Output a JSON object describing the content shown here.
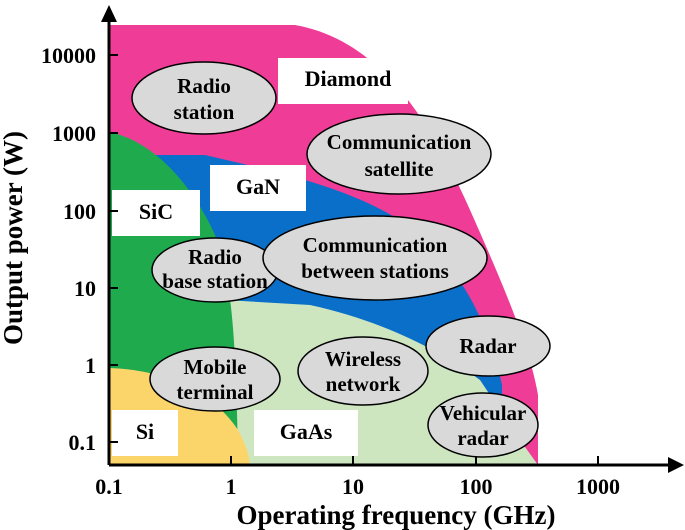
{
  "axes": {
    "x_title": "Operating frequency (GHz)",
    "y_title": "Output power (W)",
    "x_scale": "log",
    "y_scale": "log",
    "x_ticks": [
      "0.1",
      "1",
      "10",
      "100",
      "1000"
    ],
    "y_ticks": [
      "0.1",
      "1",
      "10",
      "100",
      "1000",
      "10000"
    ]
  },
  "regions": [
    {
      "id": "diamond",
      "label": "Diamond",
      "color": "#ef3c96"
    },
    {
      "id": "gan",
      "label": "GaN",
      "color": "#0a6fc9"
    },
    {
      "id": "sic",
      "label": "SiC",
      "color": "#1faa4e"
    },
    {
      "id": "gaas",
      "label": "GaAs",
      "color": "#cde6c0"
    },
    {
      "id": "si",
      "label": "Si",
      "color": "#fbd56a"
    }
  ],
  "applications": [
    {
      "id": "radio-station",
      "lines": [
        "Radio",
        "station"
      ]
    },
    {
      "id": "communication-satellite",
      "lines": [
        "Communication",
        "satellite"
      ]
    },
    {
      "id": "radio-base-station",
      "lines": [
        "Radio",
        "base station"
      ]
    },
    {
      "id": "communication-between-stations",
      "lines": [
        "Communication",
        "between stations"
      ]
    },
    {
      "id": "mobile-terminal",
      "lines": [
        "Mobile",
        "terminal"
      ]
    },
    {
      "id": "wireless-network",
      "lines": [
        "Wireless",
        "network"
      ]
    },
    {
      "id": "radar",
      "lines": [
        "Radar"
      ]
    },
    {
      "id": "vehicular-radar",
      "lines": [
        "Vehicular",
        "radar"
      ]
    }
  ],
  "bubble_color": "#d9d9d9"
}
